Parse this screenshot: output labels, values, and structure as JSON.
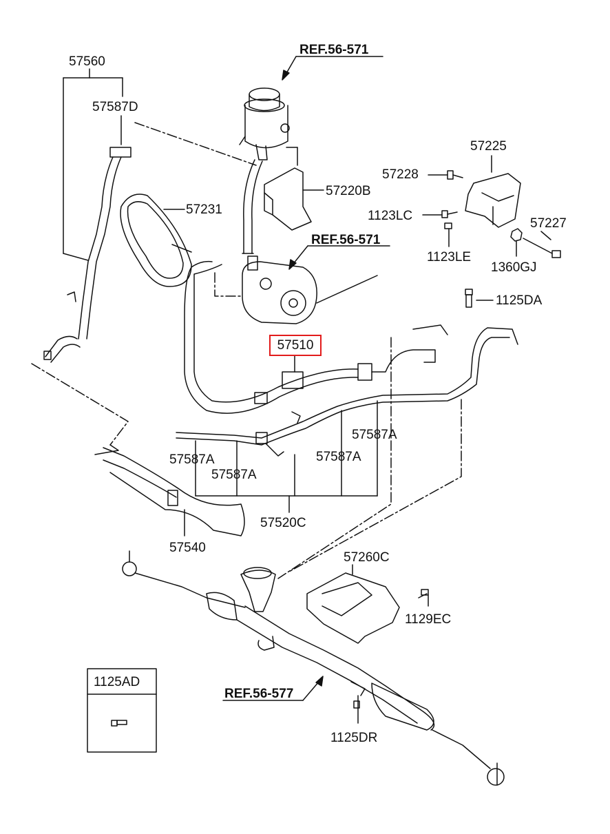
{
  "references": {
    "ref_top": "REF.56-571",
    "ref_mid": "REF.56-571",
    "ref_bottom": "REF.56-577"
  },
  "parts": {
    "p57560": "57560",
    "p57587D": "57587D",
    "p57231": "57231",
    "p57220B": "57220B",
    "p57225": "57225",
    "p57228": "57228",
    "p1123LC": "1123LC",
    "p57227": "57227",
    "p1123LE": "1123LE",
    "p1360GJ": "1360GJ",
    "p1125DA": "1125DA",
    "p57510": "57510",
    "p57587A_1": "57587A",
    "p57587A_2": "57587A",
    "p57587A_3": "57587A",
    "p57587A_4": "57587A",
    "p57520C": "57520C",
    "p57540": "57540",
    "p57260C": "57260C",
    "p1129EC": "1129EC",
    "p1125DR": "1125DR"
  },
  "inset": {
    "title": "1125AD"
  },
  "highlight": {
    "color": "#e21b1b",
    "part": "57510"
  }
}
